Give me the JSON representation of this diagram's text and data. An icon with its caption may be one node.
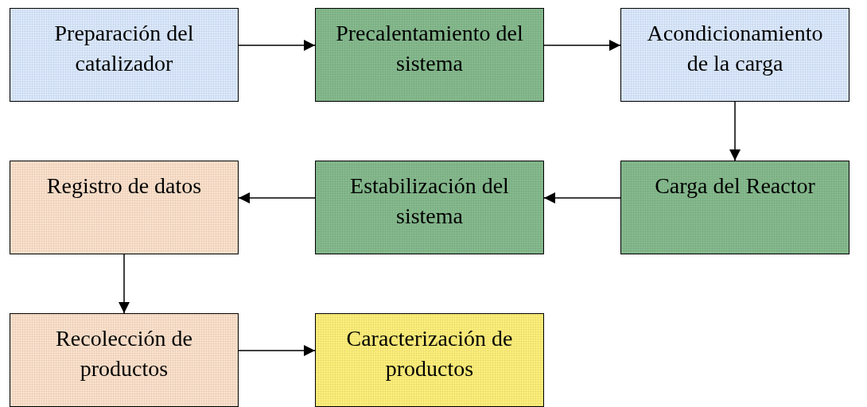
{
  "diagram": {
    "nodes": [
      {
        "text": [
          "Preparación del catalizador"
        ]
      },
      {
        "text": [
          "Precalentamiento del sistema"
        ]
      },
      {
        "text": [
          "Acondicionamiento de la carga"
        ]
      },
      {
        "text": [
          "Registro de datos"
        ]
      },
      {
        "text": [
          "Estabilización del sistema"
        ]
      },
      {
        "text": [
          "Carga del Reactor"
        ]
      },
      {
        "text": [
          "Recolección de productos"
        ]
      },
      {
        "text": [
          "Caracterización de productos"
        ]
      }
    ],
    "edges": [
      {
        "from": 0,
        "to": 1,
        "arrow": "to"
      },
      {
        "from": 1,
        "to": 2,
        "arrow": "to"
      },
      {
        "from": 2,
        "to": 5,
        "arrow": "to"
      },
      {
        "from": 5,
        "to": 4,
        "arrow": "to"
      },
      {
        "from": 4,
        "to": 3,
        "arrow": "to"
      },
      {
        "from": 3,
        "to": 6,
        "arrow": "to"
      },
      {
        "from": 6,
        "to": 7,
        "arrow": "to"
      }
    ]
  }
}
